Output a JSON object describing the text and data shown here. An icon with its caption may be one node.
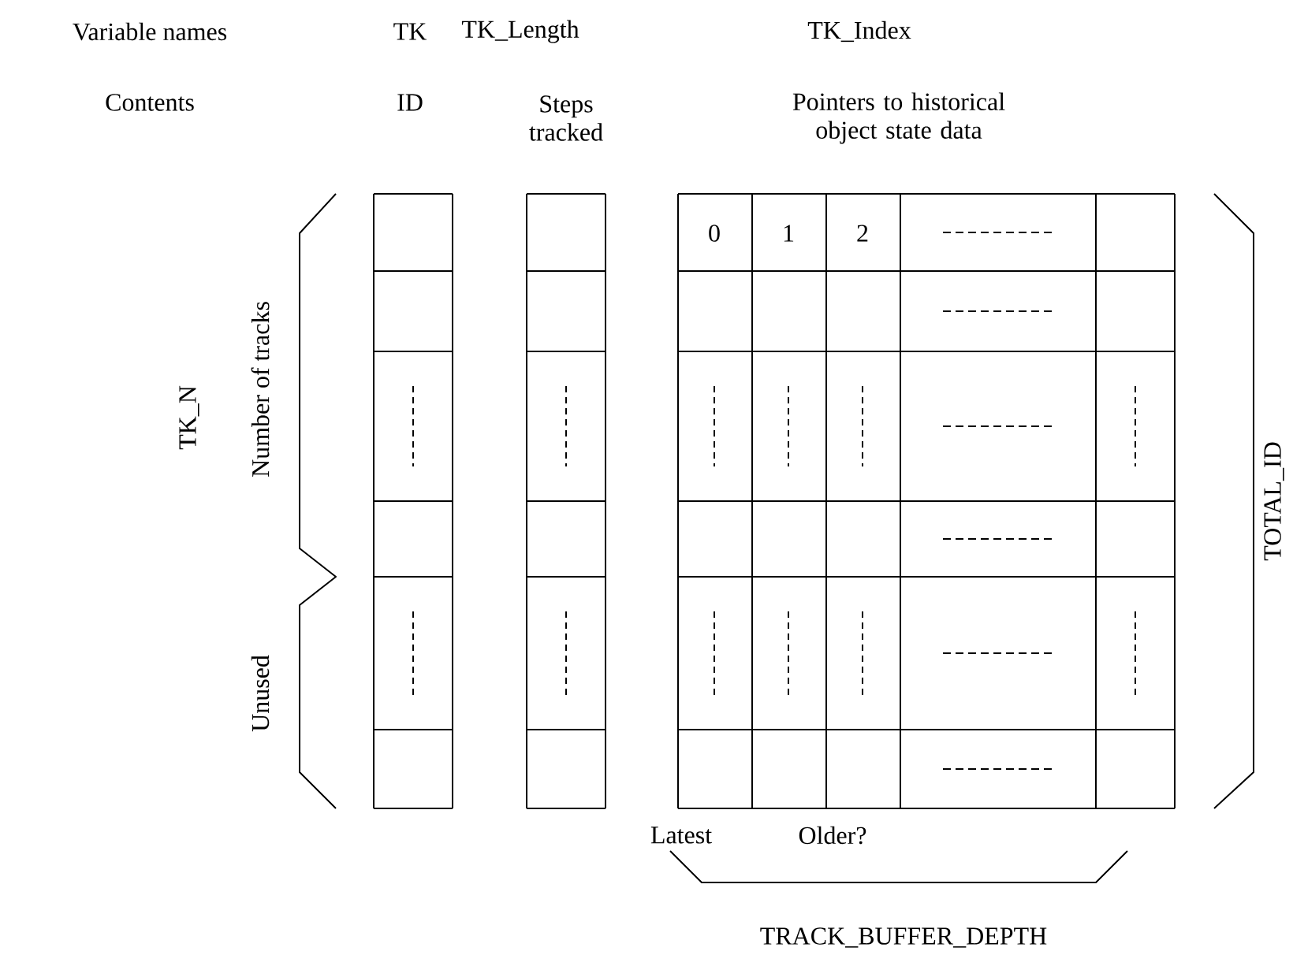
{
  "diagram": {
    "labels": [
      "Variable names",
      "TK",
      "TK_Length",
      "TK_Index",
      "Contents",
      "ID",
      "Steps tracked",
      "Pointers to historical object state data",
      "0",
      "1",
      "2",
      "TK_N",
      "Number of tracks",
      "Unused",
      "TOTAL_ID",
      "Latest",
      "Older?",
      "TRACK_BUFFER_DEPTH"
    ]
  }
}
